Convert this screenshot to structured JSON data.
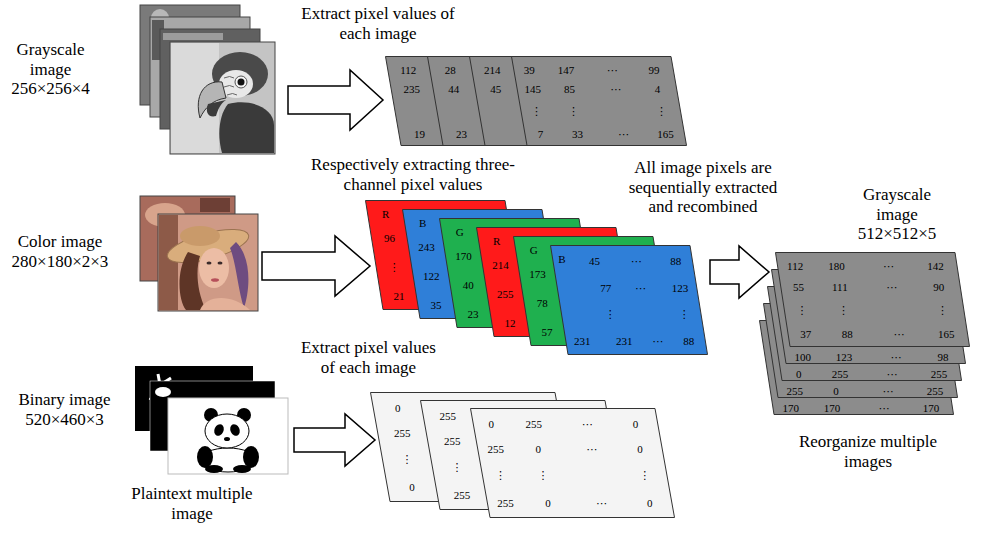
{
  "diagram": {
    "nodes": [
      {
        "text": [
          "112",
          "235",
          "19"
        ]
      },
      {
        "text": [
          "28",
          "44",
          "23"
        ]
      },
      {
        "text": [
          "214",
          "45"
        ]
      },
      {
        "text": [
          "39",
          "147",
          "⋯",
          "99",
          "145",
          "85",
          "⋯",
          "4",
          "⋮",
          "⋮",
          "⋮",
          "7",
          "33",
          "⋯",
          "165"
        ]
      },
      {
        "text": [
          "R",
          "96",
          "⋮",
          "21"
        ]
      },
      {
        "text": [
          "B",
          "243",
          "122",
          "35"
        ]
      },
      {
        "text": [
          "G",
          "170",
          "40",
          "23"
        ]
      },
      {
        "text": [
          "R",
          "214",
          "255",
          "12"
        ]
      },
      {
        "text": [
          "G",
          "173",
          "78",
          "57"
        ]
      },
      {
        "text": [
          "B",
          "45",
          "⋯",
          "88",
          "77",
          "⋯",
          "123",
          "⋮",
          "⋮",
          "231",
          "231",
          "⋯",
          "88"
        ]
      },
      {
        "text": [
          "0",
          "255",
          "⋮",
          "0"
        ]
      },
      {
        "text": [
          "255",
          "255",
          "⋮",
          "255"
        ]
      },
      {
        "text": [
          "0",
          "255",
          "⋯",
          "0",
          "255",
          "0",
          "⋯",
          "0",
          "⋮",
          "⋮",
          "⋮",
          "255",
          "0",
          "⋯",
          "0"
        ]
      },
      {
        "text": [
          "112",
          "180",
          "⋯",
          "142",
          "55",
          "111",
          "⋯",
          "90",
          "⋮",
          "⋮",
          "⋮",
          "37",
          "88",
          "⋯",
          "165"
        ]
      },
      {
        "text": [
          "100",
          "123",
          "⋯",
          "98"
        ]
      },
      {
        "text": [
          "0",
          "255",
          "⋯",
          "255"
        ]
      },
      {
        "text": [
          "255",
          "0",
          "⋯",
          "255"
        ]
      },
      {
        "text": [
          "170",
          "170",
          "⋯",
          "170"
        ]
      }
    ],
    "edges": [
      {
        "from": 9,
        "to": 13,
        "arrow": "to"
      }
    ],
    "labels": [
      "Grayscale image 256×256×4",
      "Extract pixel values of each image",
      "Respectively extracting three-channel pixel values",
      "All image pixels are sequentially extracted and recombined",
      "Grayscale image 512×512×5",
      "Color image 280×180×2×3",
      "Extract pixel values of each image",
      "Binary image 520×460×3",
      "Reorganize multiple images",
      "Plaintext multiple image"
    ]
  }
}
